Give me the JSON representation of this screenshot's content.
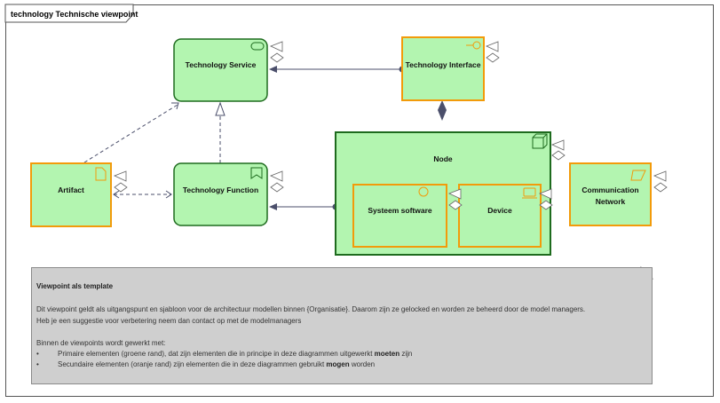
{
  "frame": {
    "title": "technology Technische viewpoint"
  },
  "elements": {
    "technology_service": {
      "label": "Technology Service",
      "icon": "service-icon"
    },
    "technology_interface": {
      "label": "Technology Interface",
      "icon": "interface-icon"
    },
    "node": {
      "label": "Node",
      "icon": "node-icon"
    },
    "artifact": {
      "label": "Artifact",
      "icon": "artifact-icon"
    },
    "technology_function": {
      "label": "Technology Function",
      "icon": "function-icon"
    },
    "systeem_software": {
      "label": "Systeem software",
      "icon": "system-software-icon"
    },
    "device": {
      "label": "Device",
      "icon": "device-icon"
    },
    "communication_network": {
      "label_line1": "Communication",
      "label_line2": "Network",
      "icon": "network-icon"
    }
  },
  "colors": {
    "primary_fill": "#b3f5b0",
    "primary_border": "#1e6b1e",
    "secondary_border": "#f29b0a",
    "secondary_fill": "#b6f5b2",
    "connector": "#4b4f6b",
    "note_fill": "#cfcfcf"
  },
  "note": {
    "title": "Viewpoint als template",
    "line1": "Dit viewpoint geldt als uitgangspunt en sjabloon voor de architectuur modellen binnen {Organisatie}. Daarom zijn ze gelocked en worden ze beheerd door de model managers.",
    "line2": "Heb je een suggestie voor verbetering neem dan contact op met de modelmanagers",
    "line3": "Binnen de viewpoints wordt gewerkt met:",
    "bullet1_pre": "Primaire elementen (groene rand), dat zijn elementen die in principe in deze diagrammen uitgewerkt ",
    "bullet1_bold": "moeten",
    "bullet1_post": " zijn",
    "bullet2_pre": "Secundaire elementen (oranje rand) zijn elementen die in deze diagrammen gebruikt ",
    "bullet2_bold": "mogen",
    "bullet2_post": " worden",
    "bullet_symbol": "•"
  }
}
